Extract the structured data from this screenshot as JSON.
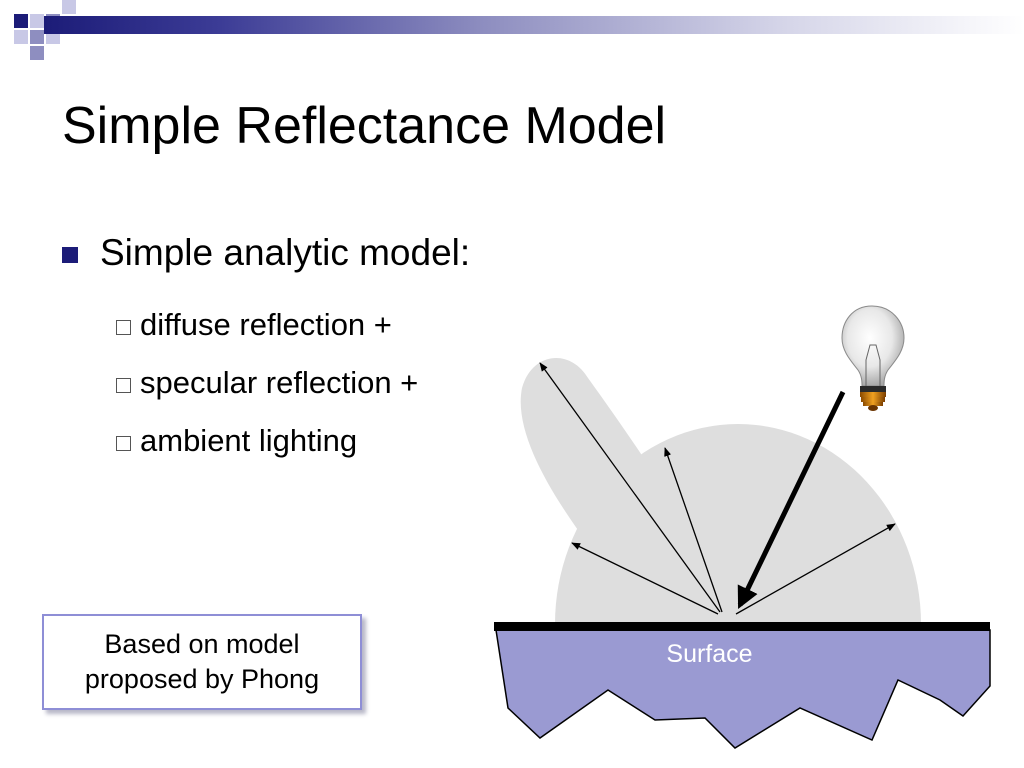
{
  "slide": {
    "title": "Simple Reflectance Model",
    "bullet": "Simple analytic model:",
    "sub_bullets": [
      "diffuse reflection +",
      "specular reflection +",
      "ambient lighting"
    ]
  },
  "diagram": {
    "surface_label": "Surface"
  },
  "note": {
    "line1": "Based on model",
    "line2": "proposed by Phong"
  },
  "colors": {
    "accent_navy": "#1c1c78",
    "surface_fill": "#9a9ad2",
    "lobe_fill": "#dedede",
    "note_border": "#8e8ed6"
  },
  "icons": {
    "light_source": "light-bulb-icon"
  }
}
